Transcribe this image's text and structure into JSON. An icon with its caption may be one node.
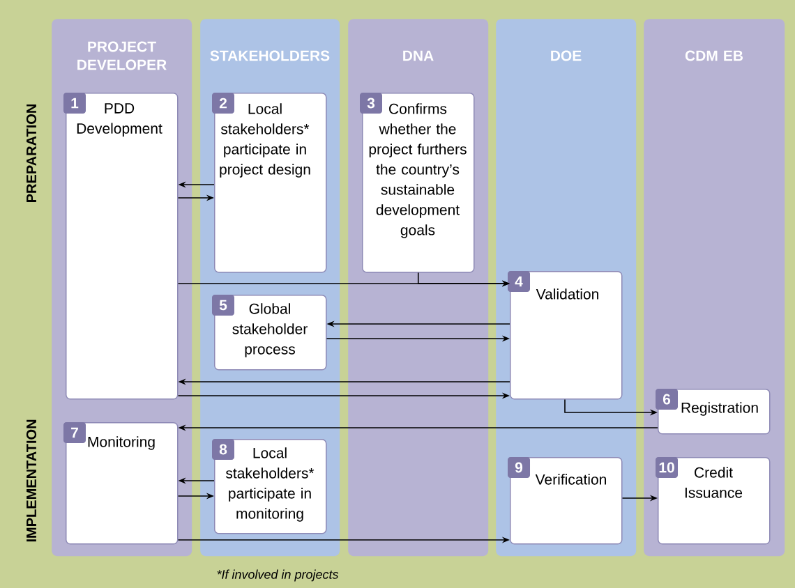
{
  "diagram": {
    "nodes": [
      {
        "text": [
          "PROJECT DEVELOPER"
        ]
      },
      {
        "text": [
          "STAKEHOLDERS"
        ]
      },
      {
        "text": [
          "DNA"
        ]
      },
      {
        "text": [
          "DOE"
        ]
      },
      {
        "text": [
          "CDM EB"
        ]
      },
      {
        "text": [
          "1",
          "PDD Development"
        ],
        "in": 0
      },
      {
        "text": [
          "2",
          "Local stakeholders* participate in project design"
        ],
        "in": 1
      },
      {
        "text": [
          "3",
          "Confirms whether the project furthers the country’s sustainable development goals"
        ],
        "in": 2
      },
      {
        "text": [
          "4",
          "Validation"
        ],
        "in": 3
      },
      {
        "text": [
          "5",
          "Global stakeholder process"
        ],
        "in": 1
      },
      {
        "text": [
          "6",
          "Registration"
        ],
        "in": 4
      },
      {
        "text": [
          "7",
          "Monitoring"
        ],
        "in": 0
      },
      {
        "text": [
          "8",
          "Local stakeholders* participate in monitoring"
        ],
        "in": 1
      },
      {
        "text": [
          "9",
          "Verification"
        ],
        "in": 3
      },
      {
        "text": [
          "10",
          "Credit Issuance"
        ],
        "in": 4
      }
    ],
    "edges": [
      {
        "from": 6,
        "to": 5,
        "arrow": "to"
      },
      {
        "from": 5,
        "to": 6,
        "arrow": "to"
      },
      {
        "from": 5,
        "to": 8,
        "arrow": "to"
      },
      {
        "from": 7,
        "to": 8,
        "arrow": "to"
      },
      {
        "from": 8,
        "to": 9,
        "arrow": "to"
      },
      {
        "from": 9,
        "to": 8,
        "arrow": "to"
      },
      {
        "from": 8,
        "to": 5,
        "arrow": "to"
      },
      {
        "from": 5,
        "to": 8,
        "arrow": "to"
      },
      {
        "from": 8,
        "to": 10,
        "arrow": "to"
      },
      {
        "from": 10,
        "to": 11,
        "arrow": "to"
      },
      {
        "from": 12,
        "to": 11,
        "arrow": "to"
      },
      {
        "from": 11,
        "to": 12,
        "arrow": "to"
      },
      {
        "from": 11,
        "to": 13,
        "arrow": "to"
      },
      {
        "from": 13,
        "to": 14,
        "arrow": "to"
      }
    ],
    "labels": [
      "PREPARATION",
      "IMPLEMENTATION",
      "*If involved in projects"
    ]
  }
}
